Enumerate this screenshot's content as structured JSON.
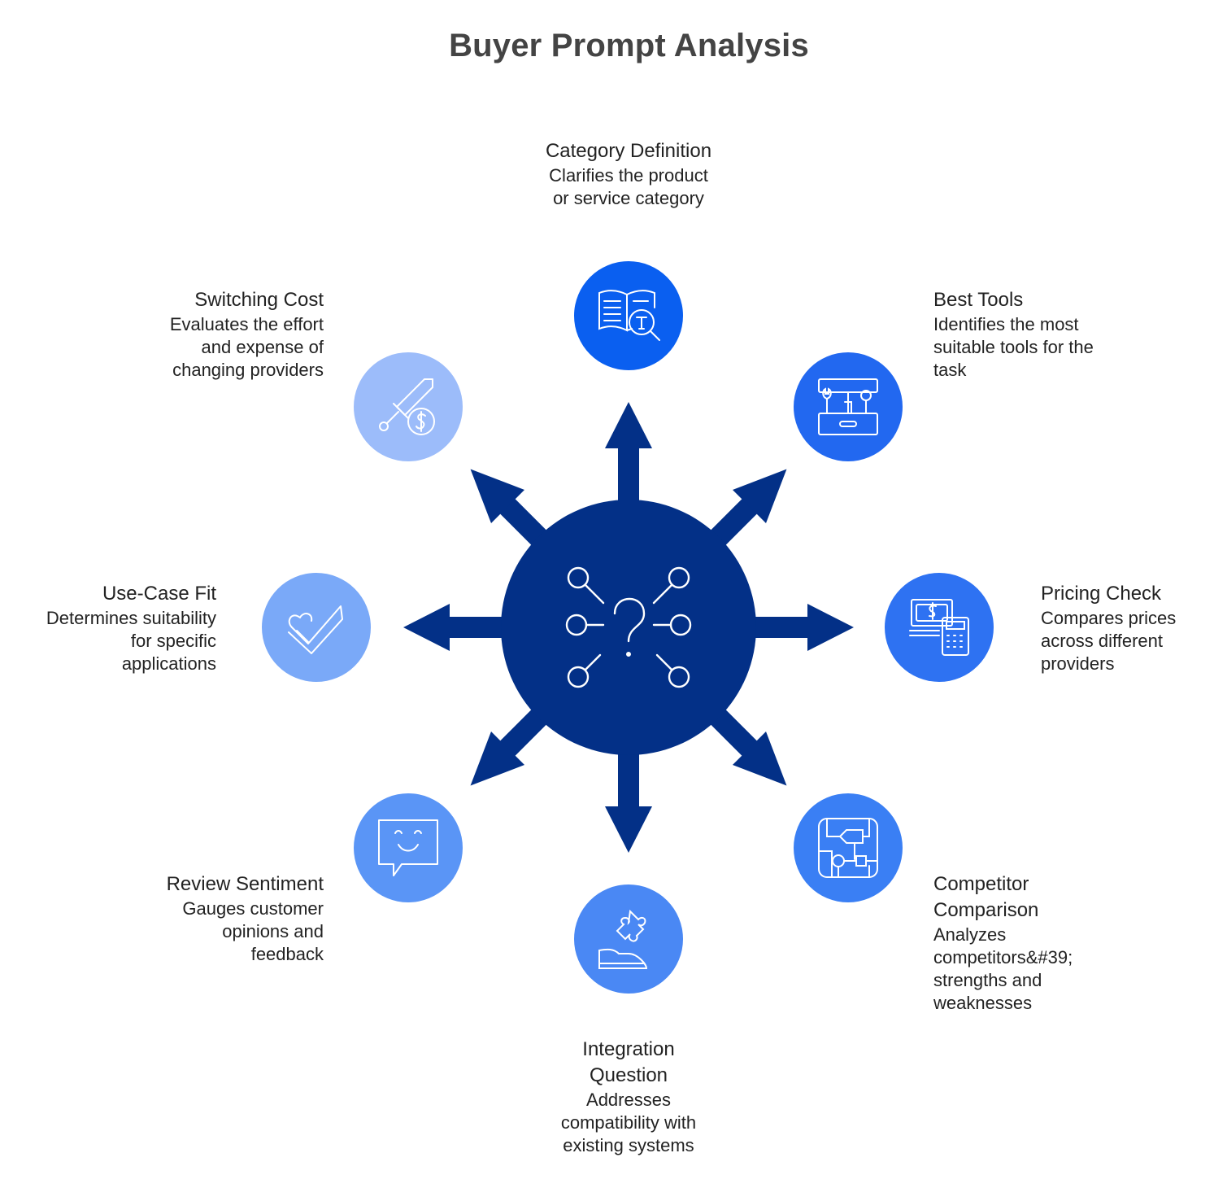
{
  "title": "Buyer Prompt Analysis",
  "colors": {
    "hub": "#033087",
    "arrow": "#033087",
    "category_definition": "#0a5ff0",
    "best_tools": "#2268f0",
    "pricing_check": "#2e72f2",
    "competitor_comparison": "#3a7ff4",
    "integration_question": "#4a88f4",
    "review_sentiment": "#5a95f6",
    "use_case_fit": "#7aa9f8",
    "switching_cost": "#9cbcfa"
  },
  "nodes": {
    "category_definition": {
      "title": "Category Definition",
      "description_line1": "Clarifies the product",
      "description_line2": "or service category",
      "icon": "book-search-icon"
    },
    "best_tools": {
      "title": "Best Tools",
      "description_line1": "Identifies the most",
      "description_line2": "suitable tools for the",
      "description_line3": "task",
      "icon": "toolbox-icon"
    },
    "pricing_check": {
      "title": "Pricing Check",
      "description_line1": "Compares prices",
      "description_line2": "across different",
      "description_line3": "providers",
      "icon": "cash-calculator-icon"
    },
    "competitor_comparison": {
      "title_line1": "Competitor",
      "title_line2": "Comparison",
      "description_line1": "Analyzes",
      "description_line2": "competitors&#39;",
      "description_line3": "strengths and",
      "description_line4": "weaknesses",
      "icon": "flowchart-icon"
    },
    "integration_question": {
      "title_line1": "Integration",
      "title_line2": "Question",
      "description_line1": "Addresses",
      "description_line2": "compatibility with",
      "description_line3": "existing systems",
      "icon": "puzzle-hand-icon"
    },
    "review_sentiment": {
      "title": "Review Sentiment",
      "description_line1": "Gauges customer",
      "description_line2": "opinions and",
      "description_line3": "feedback",
      "icon": "smile-chat-icon"
    },
    "use_case_fit": {
      "title": "Use-Case Fit",
      "description_line1": "Determines suitability",
      "description_line2": "for specific",
      "description_line3": "applications",
      "icon": "heart-check-icon"
    },
    "switching_cost": {
      "title": "Switching Cost",
      "description_line1": "Evaluates the effort",
      "description_line2": "and expense of",
      "description_line3": "changing providers",
      "icon": "sword-coin-icon"
    }
  },
  "hub_icon": "question-network-icon"
}
